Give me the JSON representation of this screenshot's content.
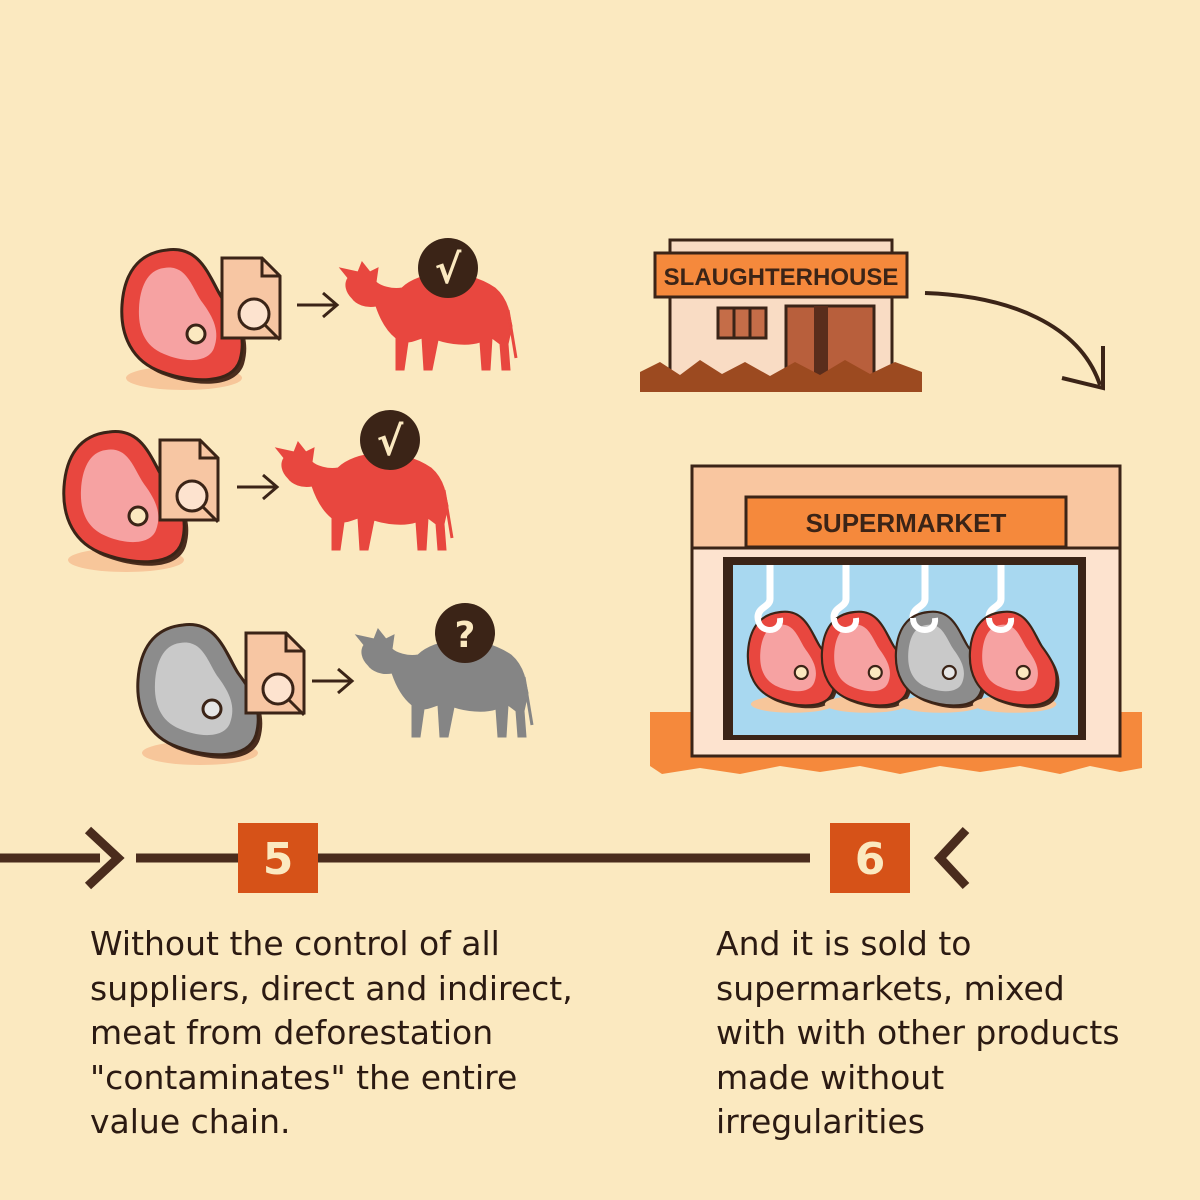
{
  "labels": {
    "slaughterhouse": "SLAUGHTERHOUSE",
    "supermarket": "SUPERMARKET"
  },
  "cattle_rows": [
    {
      "meat_color": "red",
      "mark": "√",
      "status": "verified"
    },
    {
      "meat_color": "red",
      "mark": "√",
      "status": "verified"
    },
    {
      "meat_color": "gray",
      "mark": "?",
      "status": "unknown"
    }
  ],
  "supermarket_meats": [
    "red",
    "red",
    "gray",
    "red"
  ],
  "steps": [
    {
      "number": "5",
      "text": "Without the control of all\nsuppliers, direct and indirect,\nmeat from deforestation\n\"contaminates\" the entire\nvalue chain."
    },
    {
      "number": "6",
      "text": "And it is sold to\nsupermarkets, mixed\nwith with other products\nmade without\nirregularities"
    }
  ],
  "colors": {
    "background": "#fbe9c0",
    "brown": "#4a2c1d",
    "step_box": "#d65218",
    "red_meat": "#e8473f",
    "red_meat_inner": "#f6a2a2",
    "gray_meat": "#8c8c8c",
    "gray_meat_inner": "#c9c9c9",
    "sign_orange": "#f5893c",
    "building_peach": "#f9dcc4",
    "display_blue": "#a8d8f0"
  }
}
